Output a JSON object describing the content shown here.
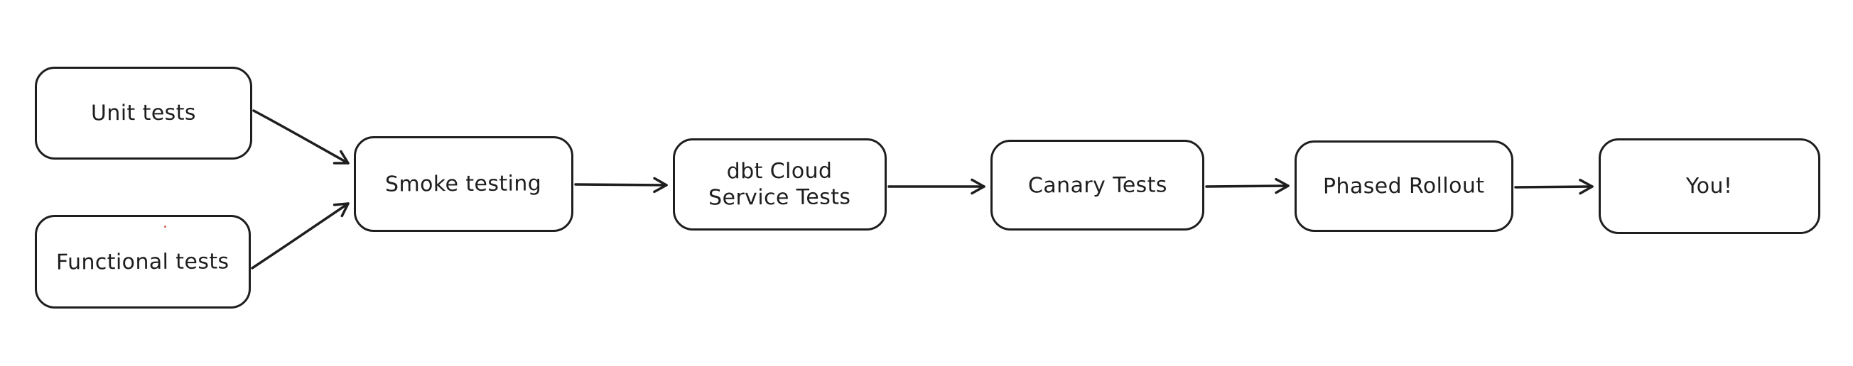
{
  "diagram": {
    "background_color": "#ffffff",
    "stroke_color": "#1e1e1e",
    "nodes": [
      {
        "id": "unit-tests",
        "label": "Unit tests"
      },
      {
        "id": "functional-tests",
        "label": "Functional tests"
      },
      {
        "id": "smoke-testing",
        "label": "Smoke testing"
      },
      {
        "id": "dbt-cloud-service-tests",
        "label": "dbt Cloud\nService Tests"
      },
      {
        "id": "canary-tests",
        "label": "Canary Tests"
      },
      {
        "id": "phased-rollout",
        "label": "Phased Rollout"
      },
      {
        "id": "you",
        "label": "You!"
      }
    ],
    "edges": [
      {
        "from": "unit-tests",
        "to": "smoke-testing"
      },
      {
        "from": "functional-tests",
        "to": "smoke-testing"
      },
      {
        "from": "smoke-testing",
        "to": "dbt-cloud-service-tests"
      },
      {
        "from": "dbt-cloud-service-tests",
        "to": "canary-tests"
      },
      {
        "from": "canary-tests",
        "to": "phased-rollout"
      },
      {
        "from": "phased-rollout",
        "to": "you"
      }
    ]
  }
}
